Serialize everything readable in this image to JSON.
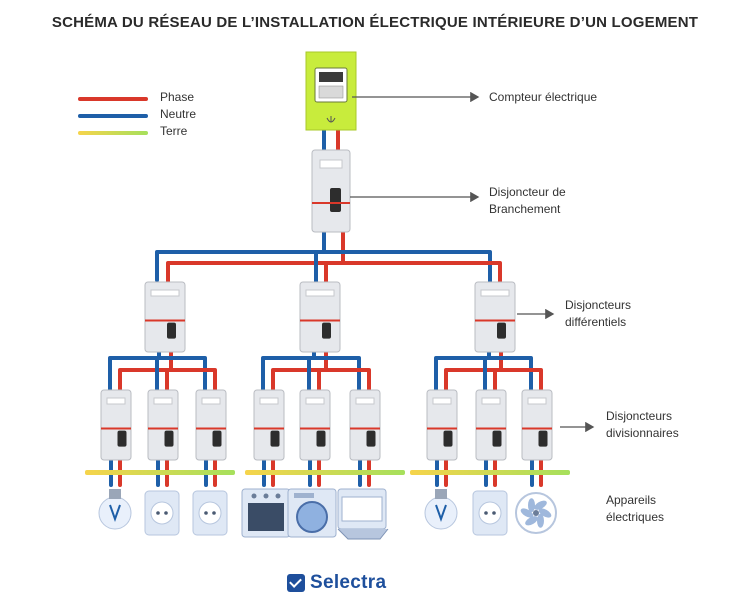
{
  "title": "SCHÉMA DU RÉSEAU DE L’INSTALLATION ÉLECTRIQUE INTÉRIEURE D’UN LOGEMENT",
  "legend": [
    {
      "label": "Phase",
      "color_start": "#d9382a",
      "color_end": "#d9382a"
    },
    {
      "label": "Neutre",
      "color_start": "#1e5fa8",
      "color_end": "#1e5fa8"
    },
    {
      "label": "Terre",
      "color_start": "#f6d44b",
      "color_end": "#a6e05c"
    }
  ],
  "callouts": {
    "compteur": [
      "Compteur électrique"
    ],
    "branchement": [
      "Disjoncteur de",
      "Branchement"
    ],
    "differentiels": [
      "Disjoncteurs",
      "différentiels"
    ],
    "divisionnaires": [
      "Disjoncteurs",
      "divisionnaires"
    ],
    "appareils": [
      "Appareils",
      "électriques"
    ]
  },
  "colors": {
    "phase": "#d9382a",
    "neutre": "#1e5fa8",
    "meter": "#c8ec3c",
    "breaker": "#e6e8ec",
    "earth_yellow": "#f6d44b",
    "earth_green": "#a6e05c",
    "appliance": "#dfe8f5",
    "brand": "#1e4f9c"
  },
  "groups": [
    {
      "appliances": [
        "light-bulb-icon",
        "socket-icon",
        "socket-icon"
      ]
    },
    {
      "appliances": [
        "oven-icon",
        "washing-machine-icon",
        "dishwasher-icon"
      ]
    },
    {
      "appliances": [
        "light-bulb-icon",
        "socket-icon",
        "fan-icon"
      ]
    }
  ],
  "brand": {
    "name": "Selectra",
    "icon": "checkbox-icon"
  }
}
